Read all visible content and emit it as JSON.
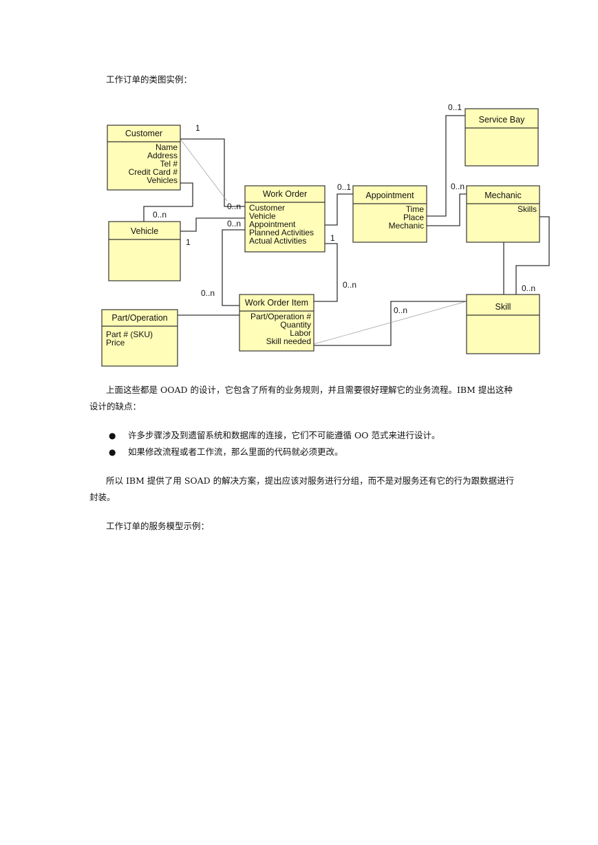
{
  "intro": "工作订单的类图实例：",
  "diagram": {
    "classes": {
      "customer": {
        "name": "Customer",
        "attrs": [
          "Name",
          "Address",
          "Tel #",
          "Credit Card #",
          "Vehicles"
        ]
      },
      "vehicle": {
        "name": "Vehicle",
        "attrs": []
      },
      "work_order": {
        "name": "Work Order",
        "attrs": [
          "Customer",
          "Vehicle",
          "Appointment",
          "Planned Activities",
          "Actual Activities"
        ]
      },
      "appointment": {
        "name": "Appointment",
        "attrs": [
          "Time",
          "Place",
          "Mechanic"
        ]
      },
      "service_bay": {
        "name": "Service Bay",
        "attrs": []
      },
      "mechanic": {
        "name": "Mechanic",
        "attrs": [
          "Skills"
        ]
      },
      "skill": {
        "name": "Skill",
        "attrs": []
      },
      "work_order_item": {
        "name": "Work Order Item",
        "attrs": [
          "Part/Operation #",
          "Quantity",
          "Labor",
          "Skill needed"
        ]
      },
      "part_operation": {
        "name": "Part/Operation",
        "attrs": [
          "Part # (SKU)",
          "Price"
        ]
      }
    },
    "multiplicities": {
      "cust_wo_1": "1",
      "cust_wo_0n": "0..n",
      "cust_veh_0n": "0..n",
      "veh_wo_1": "1",
      "veh_wo_0n": "0..n",
      "wo_appt_01": "0..1",
      "wo_woi_1": "1",
      "wo_woi_0n": "0..n",
      "woi_left_0n": "0..n",
      "appt_bay_01": "0..1",
      "appt_mech_0n": "0..n",
      "mech_skill_0n": "0..n",
      "woi_skill_0n": "0..n"
    }
  },
  "paragraph1": "上面这些都是 OOAD 的设计，它包含了所有的业务规则，并且需要很好理解它的业务流程。IBM 提出这种设计的缺点：",
  "bullets": [
    "许多步骤涉及到遗留系统和数据库的连接，它们不可能遵循 OO 范式来进行设计。",
    "如果修改流程或者工作流，那么里面的代码就必须更改。"
  ],
  "paragraph2": "所以 IBM 提供了用 SOAD 的解决方案，提出应该对服务进行分组，而不是对服务还有它的行为跟数据进行封装。",
  "paragraph3": "工作订单的服务模型示例：",
  "colors": {
    "class_fill": "#fffdb8",
    "class_stroke": "#333333",
    "line": "#333333"
  }
}
